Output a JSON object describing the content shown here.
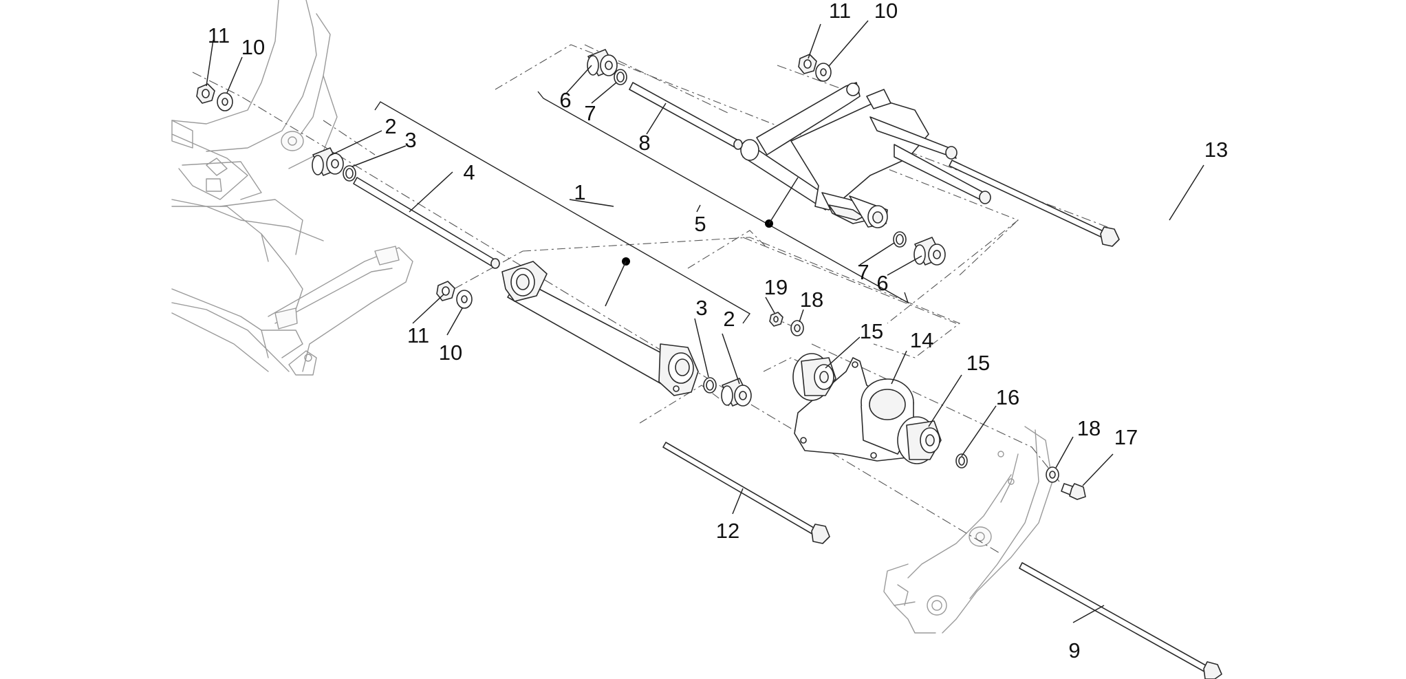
{
  "callouts": {
    "c1": "1",
    "c2a": "2",
    "c2b": "2",
    "c3a": "3",
    "c3b": "3",
    "c4": "4",
    "c5": "5",
    "c6a": "6",
    "c6b": "6",
    "c7a": "7",
    "c7b": "7",
    "c8": "8",
    "c9": "9",
    "c10a": "10",
    "c10b": "10",
    "c10c": "10",
    "c11a": "11",
    "c11b": "11",
    "c11c": "11",
    "c12": "12",
    "c13": "13",
    "c14": "14",
    "c15a": "15",
    "c15b": "15",
    "c16": "16",
    "c17": "17",
    "c18a": "18",
    "c18b": "18",
    "c19": "19"
  },
  "colors": {
    "line": "#2a2a2a",
    "ghost": "#9a9a9a",
    "background": "#ffffff"
  }
}
